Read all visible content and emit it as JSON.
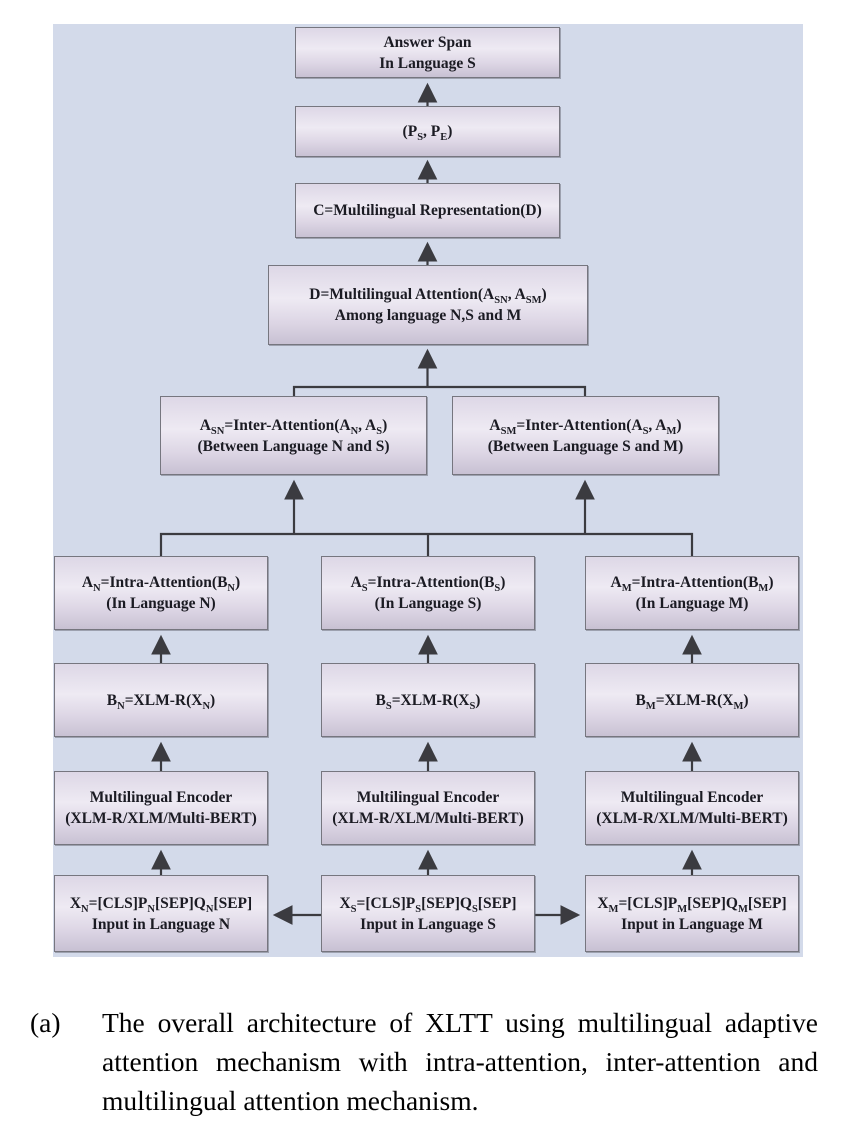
{
  "figure": {
    "panel_bg": "#d3daea",
    "box_border": "#76767f",
    "box_fill_top": "#eeeaf3",
    "box_fill_bottom": "#c8c1d3",
    "arrow_color": "#3b3b40"
  },
  "nodes": {
    "answer_span": {
      "lines": [
        "Answer Span",
        "In Language S"
      ]
    },
    "p_span": {
      "lines": [
        "(P<sub>S</sub>, P<sub>E</sub>)"
      ]
    },
    "c_repr": {
      "lines": [
        "C=Multilingual Representation(D)"
      ]
    },
    "d_attn": {
      "lines": [
        "D=Multilingual Attention(A<sub>SN</sub>, A<sub>SM</sub>)",
        "Among language N,S and M"
      ]
    },
    "a_sn": {
      "lines": [
        "A<sub>SN</sub>=Inter-Attention(A<sub>N</sub>, A<sub>S</sub>)",
        "(Between Language N and S)"
      ]
    },
    "a_sm": {
      "lines": [
        "A<sub>SM</sub>=Inter-Attention(A<sub>S</sub>, A<sub>M</sub>)",
        "(Between Language S and M)"
      ]
    },
    "a_n": {
      "lines": [
        "A<sub>N</sub>=Intra-Attention(B<sub>N</sub>)",
        "(In  Language N)"
      ]
    },
    "a_s": {
      "lines": [
        "A<sub>S</sub>=Intra-Attention(B<sub>S</sub>)",
        "(In  Language S)"
      ]
    },
    "a_m": {
      "lines": [
        "A<sub>M</sub>=Intra-Attention(B<sub>M</sub>)",
        "(In Language M)"
      ]
    },
    "b_n": {
      "lines": [
        "B<sub>N</sub>=XLM-R(X<sub>N</sub>)"
      ]
    },
    "b_s": {
      "lines": [
        "B<sub>S</sub>=XLM-R(X<sub>S</sub>)"
      ]
    },
    "b_m": {
      "lines": [
        "B<sub>M</sub>=XLM-R(X<sub>M</sub>)"
      ]
    },
    "enc_n": {
      "lines": [
        "Multilingual Encoder",
        "(XLM-R/XLM/Multi-BERT)"
      ]
    },
    "enc_s": {
      "lines": [
        "Multilingual Encoder",
        "(XLM-R/XLM/Multi-BERT)"
      ]
    },
    "enc_m": {
      "lines": [
        "Multilingual Encoder",
        "(XLM-R/XLM/Multi-BERT)"
      ]
    },
    "x_n": {
      "lines": [
        "X<sub>N</sub>=[CLS]P<sub>N</sub>[SEP]Q<sub>N</sub>[SEP]",
        "Input in Language N"
      ]
    },
    "x_s": {
      "lines": [
        "X<sub>S</sub>=[CLS]P<sub>S</sub>[SEP]Q<sub>S</sub>[SEP]",
        "Input in Language S"
      ]
    },
    "x_m": {
      "lines": [
        "X<sub>M</sub>=[CLS]P<sub>M</sub>[SEP]Q<sub>M</sub>[SEP]",
        "Input in Language M"
      ]
    }
  },
  "caption": {
    "label": "(a)",
    "text": "The overall architecture of XLTT using multilingual adaptive attention mechanism with intra-attention, inter-attention and multilingual attention mechanism."
  }
}
